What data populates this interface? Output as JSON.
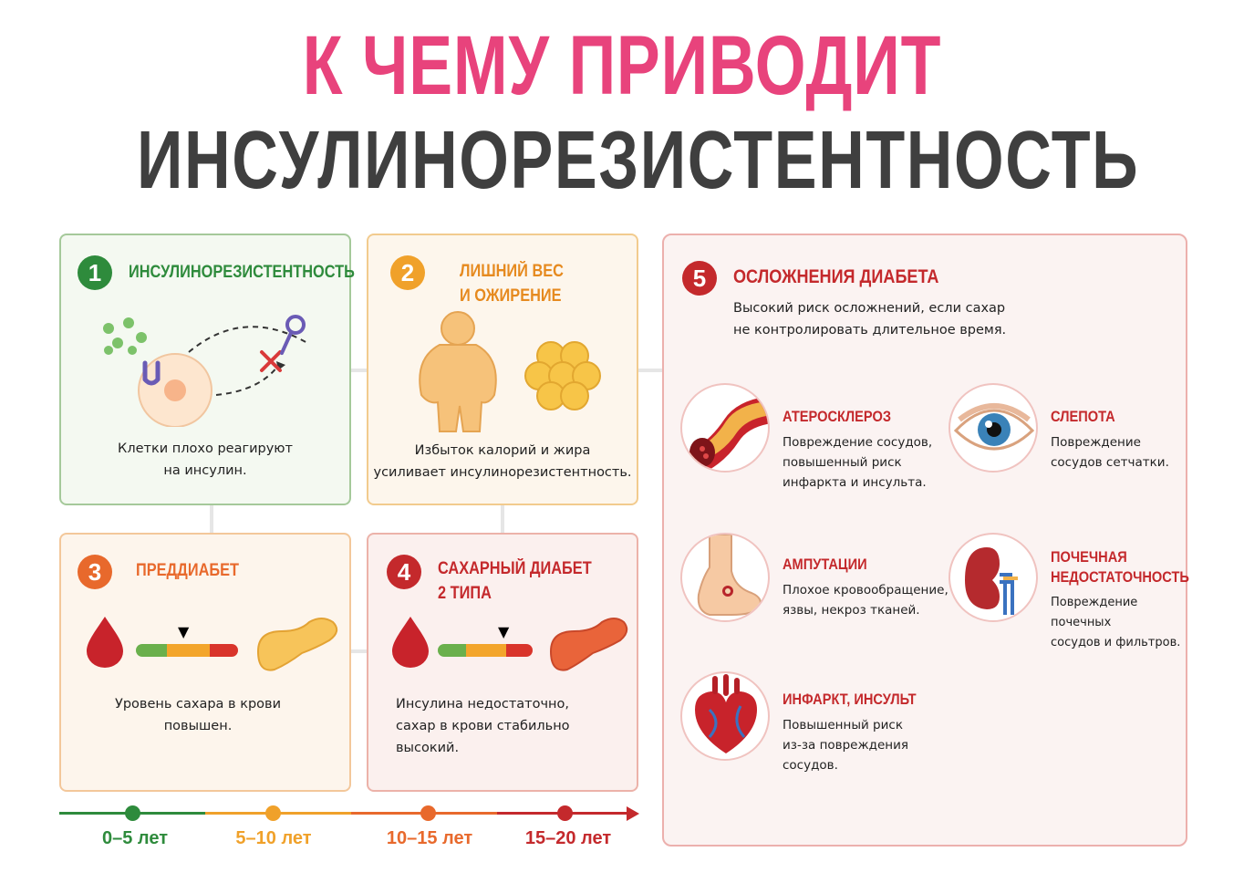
{
  "title": {
    "line1": "К ЧЕМУ ПРИВОДИТ",
    "line2": "ИНСУЛИНОРЕЗИСТЕНТНОСТЬ"
  },
  "colors": {
    "title_pink": "#e8437c",
    "title_gray": "#3f3f3f",
    "green": "#2e8b3c",
    "yellow": "#f0a12a",
    "orange": "#e8692c",
    "red": "#c4292c"
  },
  "cards": [
    {
      "number": "1",
      "title": "ИНСУЛИНОРЕЗИСТЕНТНОСТЬ",
      "text": "Клетки плохо реагируют\nна инсулин.",
      "icon": "cell-insulin-receptor-icon"
    },
    {
      "number": "2",
      "title": "ЛИШНИЙ ВЕС\nИ ОЖИРЕНИЕ",
      "text": "Избыток калорий и жира\nусиливает инсулинорезистентность.",
      "icon": "obese-body-fat-cells-icon"
    },
    {
      "number": "3",
      "title": "ПРЕДДИАБЕТ",
      "text": "Уровень сахара в крови\nповышен.",
      "icon": "blood-drop-pancreas-icon"
    },
    {
      "number": "4",
      "title": "САХАРНЫЙ ДИАБЕТ\n2 ТИПА",
      "text": "Инсулина недостаточно,\nсахар в крови стабильно\nвысокий.",
      "icon": "blood-drop-damaged-pancreas-icon"
    }
  ],
  "complications": {
    "number": "5",
    "title": "ОСЛОЖНЕНИЯ ДИАБЕТА",
    "subtitle": "Высокий риск осложнений, если сахар\nне контролировать длительное время.",
    "items": [
      {
        "title": "АТЕРОСКЛЕРОЗ",
        "text": "Повреждение сосудов,\nповышенный риск\nинфаркта и инсульта.",
        "icon": "artery-plaque-icon"
      },
      {
        "title": "СЛЕПОТА",
        "text": "Повреждение\nсосудов сетчатки.",
        "icon": "eye-icon"
      },
      {
        "title": "АМПУТАЦИИ",
        "text": "Плохое кровообращение,\nязвы, некроз тканей.",
        "icon": "foot-ulcer-icon"
      },
      {
        "title": "ПОЧЕЧНАЯ\nНЕДОСТАТОЧНОСТЬ",
        "text": "Повреждение почечных\nсосудов и фильтров.",
        "icon": "kidney-icon"
      },
      {
        "title": "ИНФАРКТ, ИНСУЛЬТ",
        "text": "Повышенный риск\nиз-за повреждения\nсосудов.",
        "icon": "heart-icon"
      }
    ]
  },
  "timeline": [
    {
      "label": "0–5 лет",
      "color": "#2e8b3c"
    },
    {
      "label": "5–10 лет",
      "color": "#f0a12a"
    },
    {
      "label": "10–15 лет",
      "color": "#e8692c"
    },
    {
      "label": "15–20 лет",
      "color": "#c4292c"
    }
  ]
}
